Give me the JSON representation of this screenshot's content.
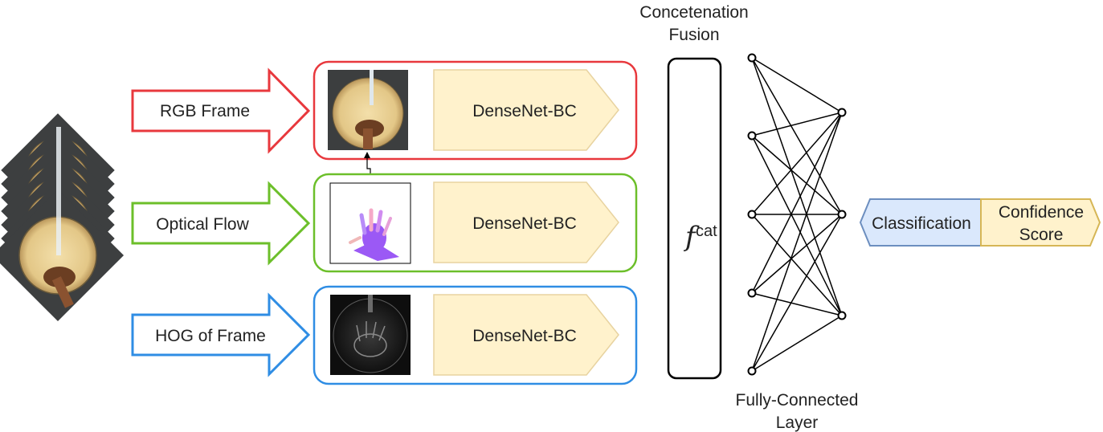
{
  "streams": [
    {
      "label": "RGB Frame",
      "model": "DenseNet-BC",
      "color": "#e8383d"
    },
    {
      "label": "Optical Flow",
      "model": "DenseNet-BC",
      "color": "#6cbf2a"
    },
    {
      "label": "HOG of Frame",
      "model": "DenseNet-BC",
      "color": "#2f8de4"
    }
  ],
  "fusion": {
    "title_line1": "Concetenation",
    "title_line2": "Fusion",
    "symbol": "f",
    "superscript": "cat"
  },
  "fc_layer": {
    "label_line1": "Fully-Connected",
    "label_line2": "Layer"
  },
  "output": {
    "classification": "Classification",
    "confidence_line1": "Confidence",
    "confidence_line2": "Score",
    "classification_fill": "#dae8fc",
    "classification_stroke": "#6c8ebf",
    "confidence_fill": "#fff2cc",
    "confidence_stroke": "#d6b656"
  },
  "colors": {
    "dense_fill": "#fff2cc",
    "dense_stroke": "#e8d3a0"
  }
}
